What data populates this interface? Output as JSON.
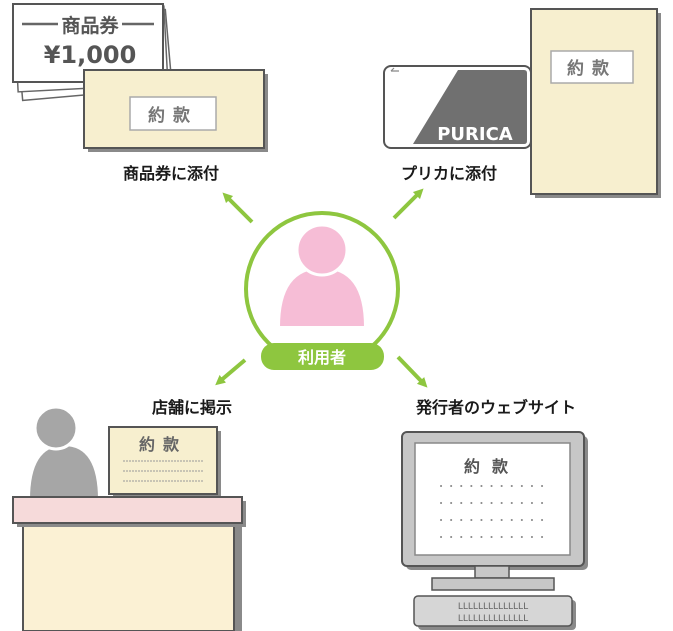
{
  "colors": {
    "paper": "#f7efcf",
    "paper_border": "#555555",
    "accent_green": "#8ec63f",
    "user_pink": "#f6bdd6",
    "counter_pink": "#f6dada",
    "monitor_gray": "#c7c7c7",
    "clerk_gray": "#a6a6a6",
    "text_dark": "#1a1a1a"
  },
  "voucher": {
    "label": "商品券",
    "amount": "¥1,000",
    "terms_label": "約款",
    "caption": "商品券に添付"
  },
  "prepaid_card": {
    "brand": "PURICA",
    "terms_label": "約款",
    "caption": "プリカに添付"
  },
  "user": {
    "badge": "利用者",
    "icon": "user-icon"
  },
  "store": {
    "terms_label": "約款",
    "caption": "店舗に掲示"
  },
  "website": {
    "terms_label": "約款",
    "caption": "発行者のウェブサイト",
    "keyboard_keys": "LLLLLLLLLLLLLL"
  }
}
